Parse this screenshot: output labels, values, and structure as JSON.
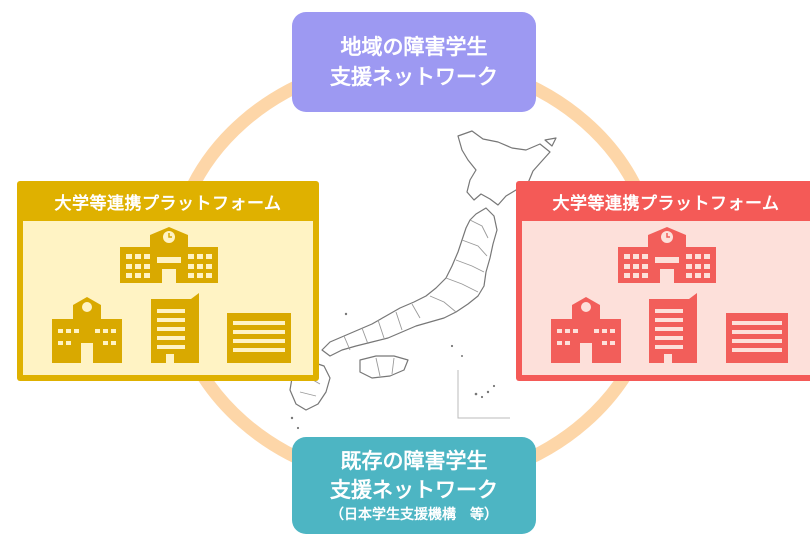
{
  "top_box": {
    "line1": "地域の障害学生",
    "line2": "支援ネットワーク"
  },
  "left_platform": {
    "title": "大学等連携プラットフォーム"
  },
  "right_platform": {
    "title": "大学等連携プラットフォーム"
  },
  "bottom_box": {
    "line1": "既存の障害学生",
    "line2": "支援ネットワーク",
    "line3": "（日本学生支援機構　等）"
  },
  "colors": {
    "ring": "#fdd6a8",
    "top_box": "#9d99f2",
    "bottom_box": "#4db5c3",
    "left_platform": "#dfb100",
    "left_platform_fill": "#fff3c4",
    "right_platform": "#f45a57",
    "right_platform_fill": "#fde0da",
    "left_building": "#d9a900",
    "right_building": "#f25e5a"
  },
  "icons": [
    "school-building-icon",
    "small-school-icon",
    "office-tower-icon",
    "office-block-icon",
    "japan-map"
  ]
}
